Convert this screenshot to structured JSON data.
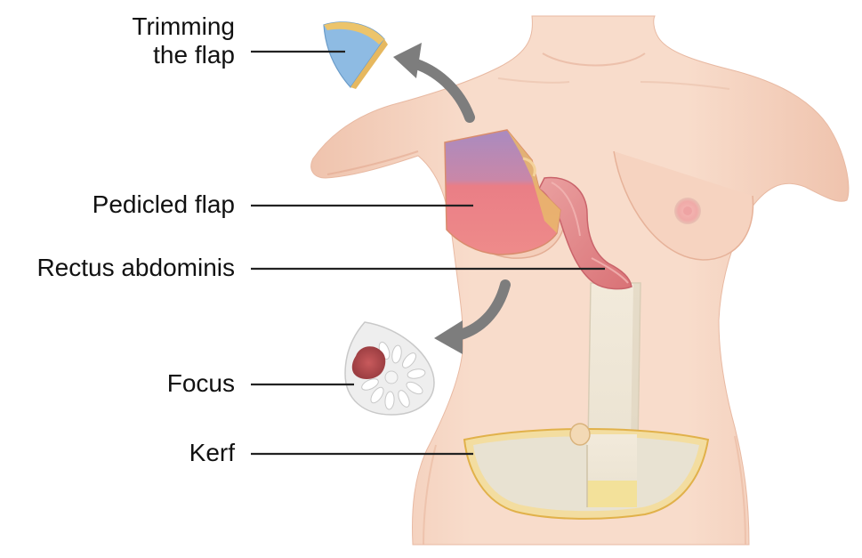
{
  "labels": {
    "trimming_line1": "Trimming",
    "trimming_line2": "the flap",
    "pedicled_flap": "Pedicled flap",
    "rectus_abdominis": "Rectus abdominis",
    "focus": "Focus",
    "kerf": "Kerf"
  },
  "colors": {
    "skin": "#f6d6c4",
    "skin_shadow": "#e9b9a0",
    "flap_top": "#b48ab8",
    "flap_bottom": "#ec7d82",
    "muscle": "#e58a8c",
    "fat_yellow": "#f2cf6e",
    "trim_blue": "#8db9e2",
    "focus_red": "#b5474a",
    "arrow_gray": "#7d7d7d"
  }
}
